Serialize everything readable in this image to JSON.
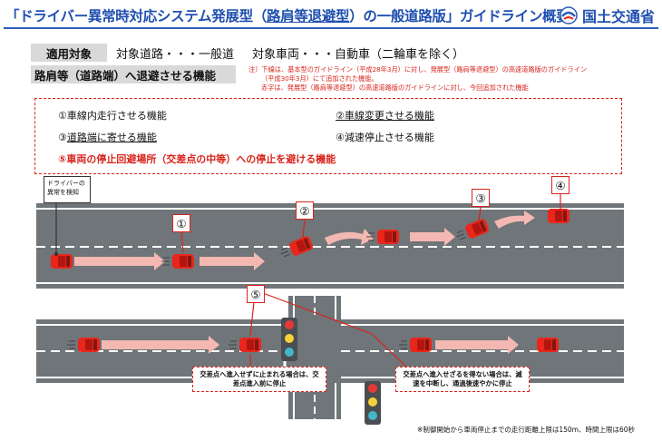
{
  "header": {
    "title_pre": "「ドライバー異常時対応システム発展型（",
    "title_underlined": "路肩等退避型",
    "title_post": "）の一般道路版」ガイドライン概要",
    "ministry": "国土交通省",
    "ministry_logo_icon": "mlit-logo-icon"
  },
  "scope": {
    "label": "適用対象",
    "road": "対象道路・・・一般道",
    "vehicle": "対象車両・・・自動車（二輪車を除く）"
  },
  "function_section": {
    "label": "路肩等（道路端）へ退避させる機能",
    "note_line1": "注）下線は、基本型のガイドライン（平成28年3月）に対し、発展型（路肩等退避型）の高速道路版のガイドライン",
    "note_line2": "（平成30年3月）にて追加された機能。",
    "note_line3": "赤字は、発展型（路肩等退避型）の高速道路版のガイドラインに対し、今回追加された機能"
  },
  "functions": {
    "f1": "①車線内走行させる機能",
    "f2": "②車線変更させる機能",
    "f3_pre": "③",
    "f3_underlined": "道路端に寄せる機能",
    "f4": "④減速停止させる機能",
    "f5": "⑤車両の停止回避場所（交差点の中等）への停止を避ける機能"
  },
  "diagram": {
    "detect_label": "ドライバーの異常を検知",
    "step_labels": [
      "①",
      "②",
      "③",
      "④"
    ],
    "step5_label": "⑤",
    "callout_left": "交差点へ進入せずに止まれる場合は、交差点進入前に停止",
    "callout_right": "交差点へ進入せざるを得ない場合は、減速を中断し、通過後速やかに停止",
    "colors": {
      "road": "#6f7579",
      "car": "#e8261b",
      "arrow": "#f4b8b2",
      "accent": "#d9241c",
      "title": "#1f4fb0"
    }
  },
  "footnote": "※制御開始から車両停止までの走行距離上限は150m、時間上限は60秒"
}
